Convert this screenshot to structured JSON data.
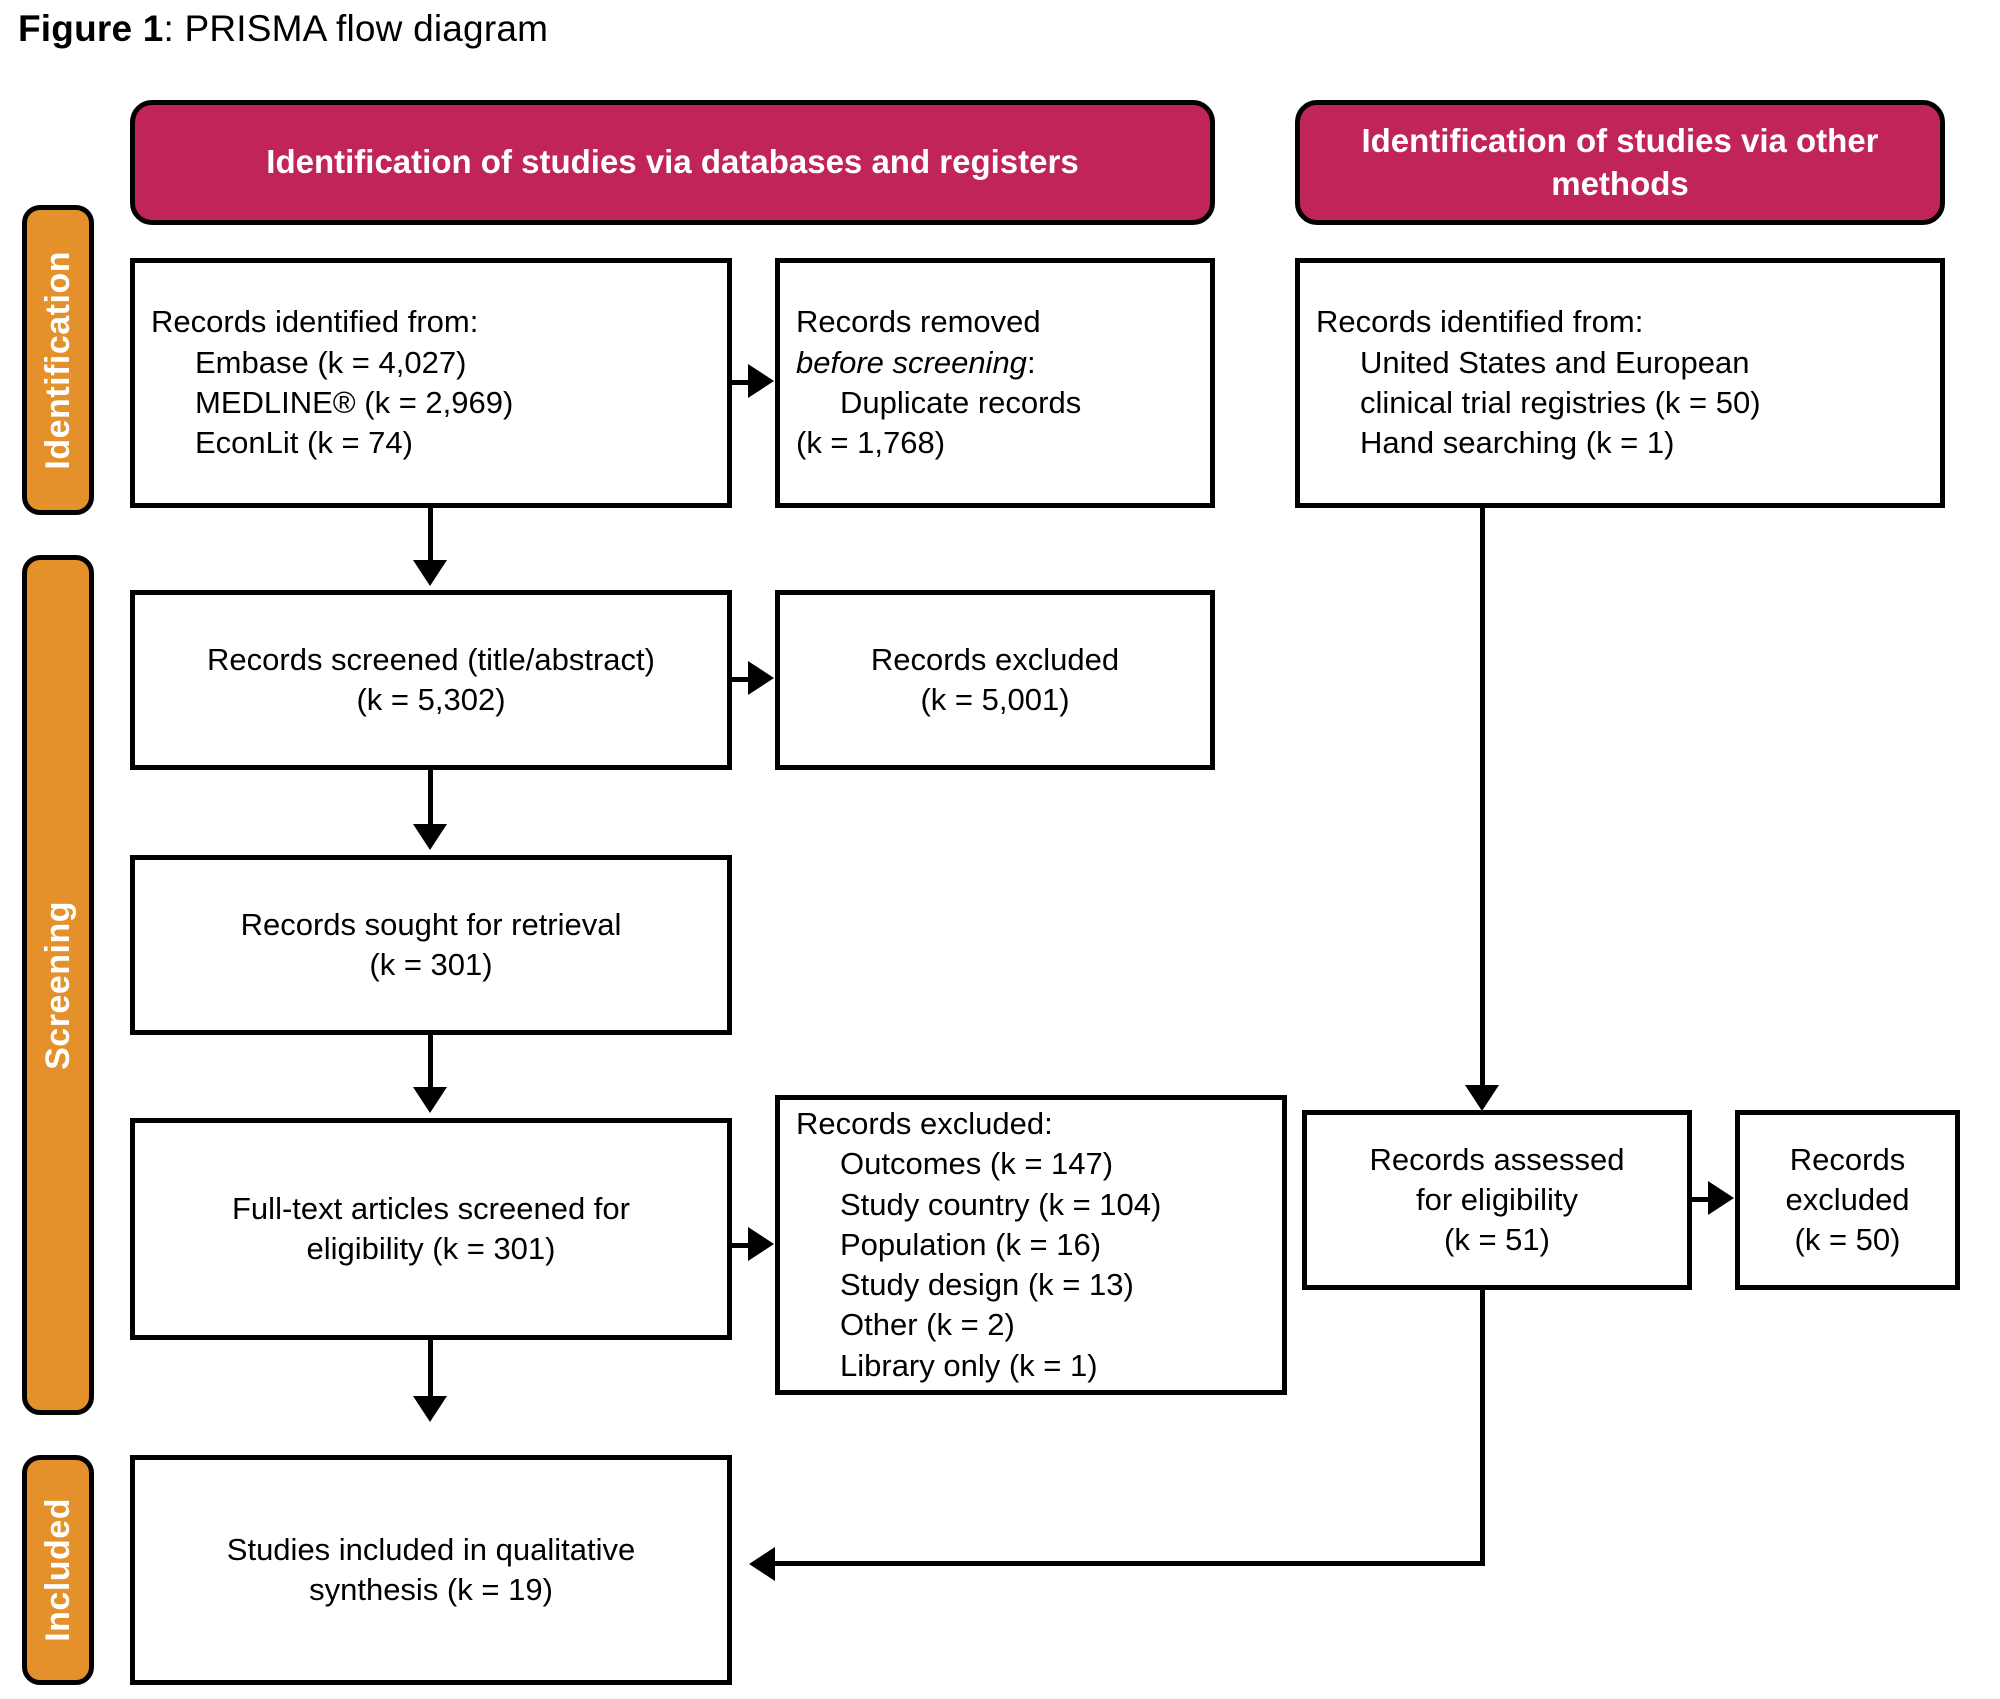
{
  "figure": {
    "label": "Figure 1",
    "separator": ": ",
    "title": "PRISMA flow diagram"
  },
  "stages": [
    {
      "key": "identification",
      "label": "Identification"
    },
    {
      "key": "screening",
      "label": "Screening"
    },
    {
      "key": "included",
      "label": "Included"
    }
  ],
  "headers": {
    "databases": "Identification of studies via databases and registers",
    "other": "Identification of studies via other methods"
  },
  "boxes": {
    "records_identified": {
      "line1": "Records identified from:",
      "line2": "Embase (k = 4,027)",
      "line3": "MEDLINE® (k = 2,969)",
      "line4": "EconLit (k = 74)"
    },
    "records_removed": {
      "line1": "Records removed",
      "line2": "before screening",
      "line2_suffix": ":",
      "line3": "Duplicate records",
      "line4": "(k = 1,768)"
    },
    "records_screened": {
      "line1": "Records screened (title/abstract)",
      "line2": "(k = 5,302)"
    },
    "records_excluded_screen": {
      "line1": "Records excluded",
      "line2": "(k = 5,001)"
    },
    "records_sought": {
      "line1": "Records sought for retrieval",
      "line2": "(k = 301)"
    },
    "fulltext_screened": {
      "line1": "Full-text articles screened for",
      "line2": "eligibility (k = 301)"
    },
    "records_excluded_fulltext": {
      "title": "Records excluded:",
      "reasons": [
        "Outcomes (k = 147)",
        "Study country (k = 104)",
        "Population (k = 16)",
        "Study design (k = 13)",
        "Other (k = 2)",
        "Library only (k = 1)"
      ]
    },
    "other_identified": {
      "line1": "Records identified from:",
      "line2": "United States and European",
      "line3": "clinical trial registries (k = 50)",
      "line4": "Hand searching (k = 1)"
    },
    "records_assessed": {
      "line1": "Records assessed",
      "line2": "for eligibility",
      "line3": "(k = 51)"
    },
    "records_excluded_other": {
      "line1": "Records",
      "line2": "excluded",
      "line3": "(k = 50)"
    },
    "studies_included": {
      "line1": "Studies included in qualitative",
      "line2": "synthesis (k = 19)"
    }
  },
  "colors": {
    "stage_orange": "#E4902B",
    "header_crimson": "#C0245A",
    "outline": "#000000",
    "box_fill": "#FFFFFF"
  },
  "connectors": [
    {
      "name": "identified-to-removed",
      "type": "arrow-right"
    },
    {
      "name": "identified-to-screened",
      "type": "arrow-down"
    },
    {
      "name": "screened-to-excluded",
      "type": "arrow-right"
    },
    {
      "name": "screened-to-sought",
      "type": "arrow-down"
    },
    {
      "name": "sought-to-fulltext",
      "type": "arrow-down"
    },
    {
      "name": "fulltext-to-excluded",
      "type": "arrow-right"
    },
    {
      "name": "fulltext-to-included",
      "type": "arrow-down"
    },
    {
      "name": "other-identified-to-assessed",
      "type": "arrow-down"
    },
    {
      "name": "assessed-to-excluded",
      "type": "arrow-right"
    },
    {
      "name": "assessed-to-included",
      "type": "arrow-left"
    }
  ]
}
